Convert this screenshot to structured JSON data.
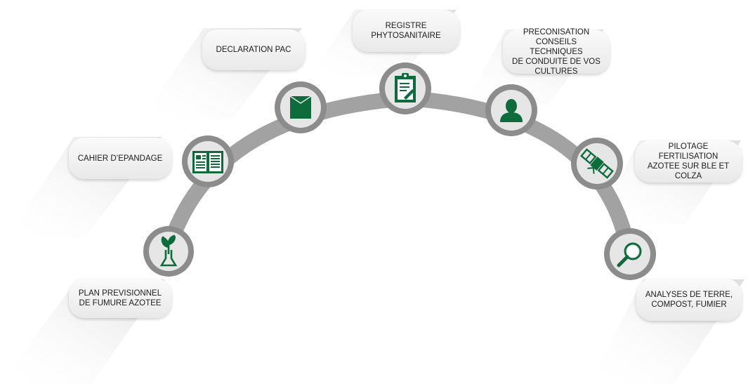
{
  "colors": {
    "arc": "#a2a2a2",
    "ring_outer": "#8c8c8c",
    "ring_inner": "#e6e6e6",
    "icon_green": "#0e6b3c",
    "shadow": "#e4e4e4",
    "label_text": "#1c1c1c"
  },
  "steps": [
    {
      "id": "plan",
      "icon": "plant-flask-icon",
      "label": "PLAN PREVISIONNEL\nDE FUMURE AZOTEE"
    },
    {
      "id": "cahier",
      "icon": "open-book-icon",
      "label": "CAHIER D’EPANDAGE"
    },
    {
      "id": "pac",
      "icon": "envelope-icon",
      "label": "DECLARATION  PAC"
    },
    {
      "id": "registre",
      "icon": "clipboard-icon",
      "label": "REGISTRE\nPHYTOSANITAIRE"
    },
    {
      "id": "preconisation",
      "icon": "user-icon",
      "label": "PRECONISATION\nCONSEILS TECHNIQUES\nDE CONDUITE DE VOS\nCULTURES"
    },
    {
      "id": "pilotage",
      "icon": "satellite-icon",
      "label": "PILOTAGE FERTILISATION\nAZOTEE SUR BLE ET\nCOLZA"
    },
    {
      "id": "analyses",
      "icon": "magnifier-icon",
      "label": "ANALYSES DE TERRE,\nCOMPOST, FUMIER"
    }
  ]
}
